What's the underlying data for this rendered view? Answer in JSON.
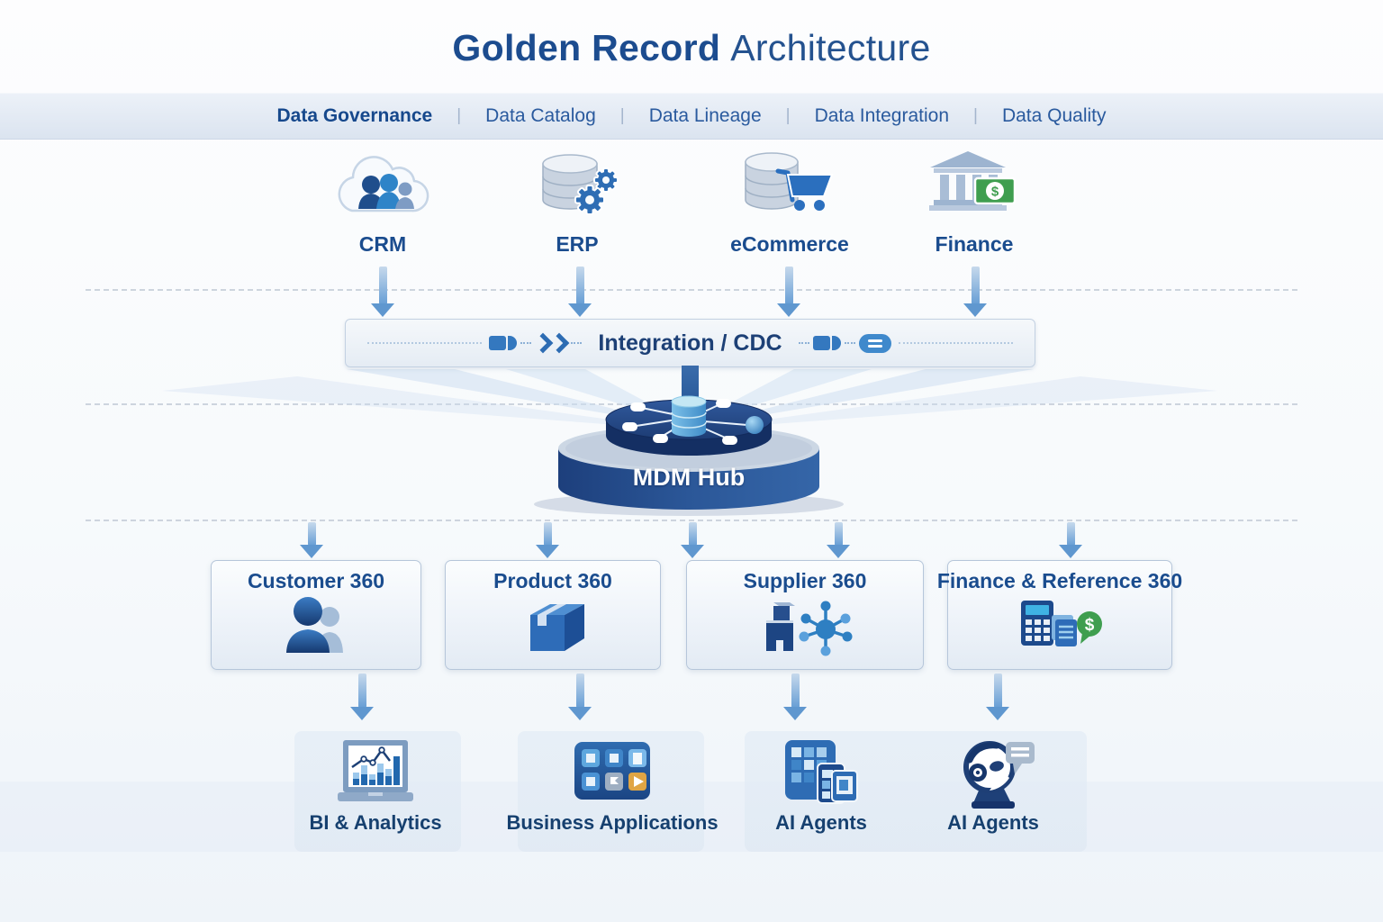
{
  "title": {
    "bold": "Golden Record",
    "light": "Architecture"
  },
  "nav": {
    "separator": "|",
    "items": [
      {
        "label": "Data Governance",
        "active": true
      },
      {
        "label": "Data Catalog",
        "active": false
      },
      {
        "label": "Data Lineage",
        "active": false
      },
      {
        "label": "Data Integration",
        "active": false
      },
      {
        "label": "Data Quality",
        "active": false
      }
    ]
  },
  "sources": [
    {
      "label": "CRM",
      "icon": "cloud-users-icon"
    },
    {
      "label": "ERP",
      "icon": "database-gears-icon"
    },
    {
      "label": "eCommerce",
      "icon": "database-cart-icon"
    },
    {
      "label": "Finance",
      "icon": "bank-money-icon"
    }
  ],
  "integration": {
    "label": "Integration / CDC"
  },
  "hub": {
    "label": "MDM Hub",
    "icon": "mdm-hub-cylinder-network-icon"
  },
  "domains": [
    {
      "label": "Customer 360",
      "icon": "people-icon"
    },
    {
      "label": "Product 360",
      "icon": "package-box-icon"
    },
    {
      "label": "Supplier 360",
      "icon": "building-network-icon"
    },
    {
      "label": "Finance & Reference 360",
      "icon": "calculator-docs-money-icon"
    }
  ],
  "consumers": [
    {
      "label": "BI & Analytics",
      "icon": "laptop-chart-icon"
    },
    {
      "label": "Business Applications",
      "icon": "app-grid-icon"
    },
    {
      "label": "AI Agents",
      "icon": "app-tiles-device-icon"
    },
    {
      "label": "AI Agents",
      "icon": "robot-chat-icon"
    }
  ],
  "glyphs": {
    "dollar": "$"
  },
  "colors": {
    "title_blue": "#1c4c8f",
    "text_blue": "#1a4c8e",
    "nav_bg": "#dce5f0",
    "arrow_blue": "#679ed5",
    "bar_navy": "#1d4076",
    "hub_navy": "#1e3f7c",
    "accent_blue": "#2e72c0",
    "green": "#3f9e4f",
    "orange": "#e0a544"
  }
}
